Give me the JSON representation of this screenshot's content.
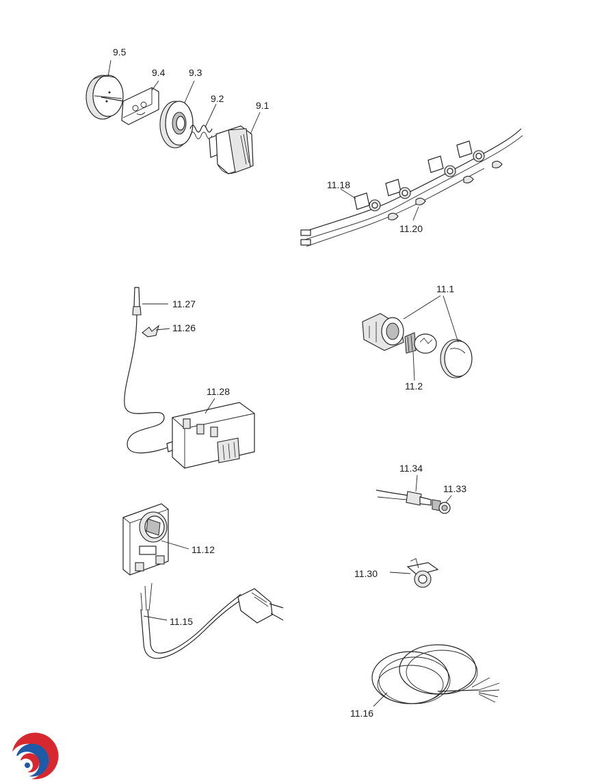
{
  "callouts": {
    "c_9_5": "9.5",
    "c_9_4": "9.4",
    "c_9_3": "9.3",
    "c_9_2": "9.2",
    "c_9_1": "9.1",
    "c_11_18": "11.18",
    "c_11_20": "11.20",
    "c_11_27": "11.27",
    "c_11_26": "11.26",
    "c_11_1": "11.1",
    "c_11_2": "11.2",
    "c_11_28": "11.28",
    "c_11_34": "11.34",
    "c_11_33": "11.33",
    "c_11_12": "11.12",
    "c_11_30": "11.30",
    "c_11_15": "11.15",
    "c_11_16": "11.16"
  },
  "colors": {
    "logo_red": "#d7282f",
    "logo_blue": "#1f5aa6",
    "ink": "#222222"
  },
  "icons": {
    "logo": "brand-swirl-logo"
  }
}
